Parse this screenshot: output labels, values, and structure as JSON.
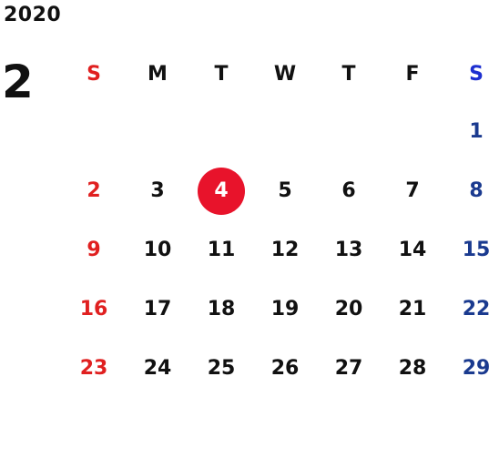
{
  "year": "2020",
  "month": "2",
  "weekday_headers": [
    "S",
    "M",
    "T",
    "W",
    "T",
    "F",
    "S"
  ],
  "today": "4",
  "colors": {
    "sunday": "#e02020",
    "saturday": "#1a3a8f",
    "saturday_header": "#1d2fd0",
    "weekday": "#111111",
    "today_highlight": "#e8132b"
  },
  "weeks": [
    [
      "",
      "",
      "",
      "",
      "",
      "",
      "1"
    ],
    [
      "2",
      "3",
      "4",
      "5",
      "6",
      "7",
      "8"
    ],
    [
      "9",
      "10",
      "11",
      "12",
      "13",
      "14",
      "15"
    ],
    [
      "16",
      "17",
      "18",
      "19",
      "20",
      "21",
      "22"
    ],
    [
      "23",
      "24",
      "25",
      "26",
      "27",
      "28",
      "29"
    ]
  ]
}
